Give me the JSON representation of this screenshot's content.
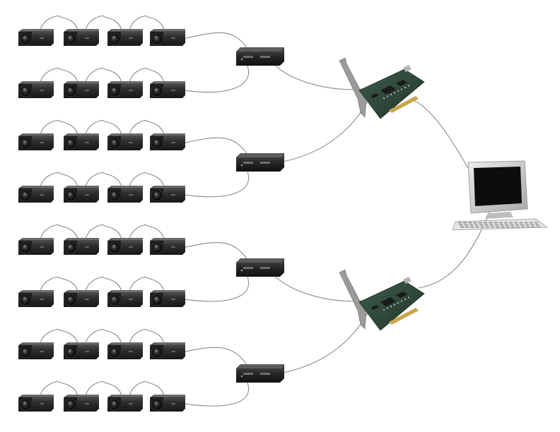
{
  "diagram": {
    "camera_rows": 8,
    "cameras_per_row": 4,
    "hub_count": 4,
    "card_count": 2,
    "computer_count": 1,
    "topology": [
      {
        "hub": 1,
        "camera_rows": [
          1,
          2
        ],
        "card": 1
      },
      {
        "hub": 2,
        "camera_rows": [
          3,
          4
        ],
        "card": 1
      },
      {
        "hub": 3,
        "camera_rows": [
          5,
          6
        ],
        "card": 2
      },
      {
        "hub": 4,
        "camera_rows": [
          7,
          8
        ],
        "card": 2
      }
    ],
    "icons": {
      "camera": "camera-icon",
      "hub": "hub-box-icon",
      "card": "pcie-card-icon",
      "computer": "desktop-computer-icon"
    },
    "colors": {
      "background": "#ffffff",
      "cable": "#8a8a8a",
      "camera_body": "#2b2b2b",
      "hub_body": "#1e1e1e",
      "pcb": "#2f4a3c",
      "monitor": "#cfcfcf",
      "screen": "#0d0d0d"
    }
  }
}
